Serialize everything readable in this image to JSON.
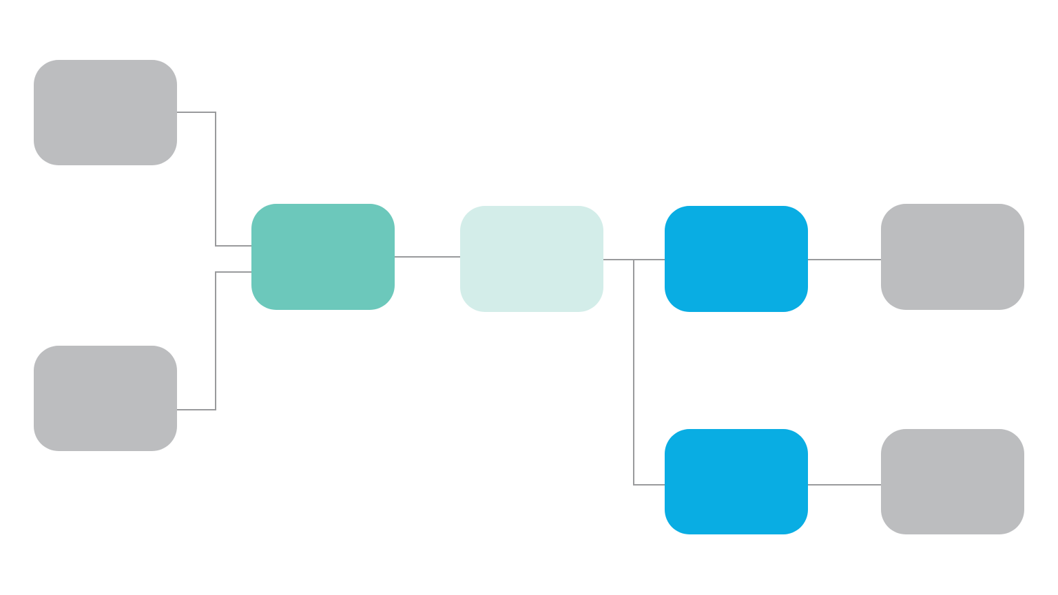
{
  "colors": {
    "background": "#ffffff",
    "connector": "#999a9c",
    "gray_node": "#bcbdbf",
    "teal_node": "#6cc8bb",
    "light_teal_node": "#d3ede9",
    "blue_node": "#09ade3"
  },
  "nodes": [
    {
      "id": "input-top",
      "label": "",
      "color_role": "gray_node"
    },
    {
      "id": "input-bottom",
      "label": "",
      "color_role": "gray_node"
    },
    {
      "id": "merge",
      "label": "",
      "color_role": "teal_node"
    },
    {
      "id": "middle",
      "label": "",
      "color_role": "light_teal_node"
    },
    {
      "id": "branch-top",
      "label": "",
      "color_role": "blue_node"
    },
    {
      "id": "branch-bottom",
      "label": "",
      "color_role": "blue_node"
    },
    {
      "id": "output-top",
      "label": "",
      "color_role": "gray_node"
    },
    {
      "id": "output-bottom",
      "label": "",
      "color_role": "gray_node"
    }
  ],
  "edges": [
    {
      "from": "input-top",
      "to": "merge"
    },
    {
      "from": "input-bottom",
      "to": "merge"
    },
    {
      "from": "merge",
      "to": "middle"
    },
    {
      "from": "middle",
      "to": "branch-top"
    },
    {
      "from": "middle",
      "to": "branch-bottom"
    },
    {
      "from": "branch-top",
      "to": "output-top"
    },
    {
      "from": "branch-bottom",
      "to": "output-bottom"
    }
  ]
}
